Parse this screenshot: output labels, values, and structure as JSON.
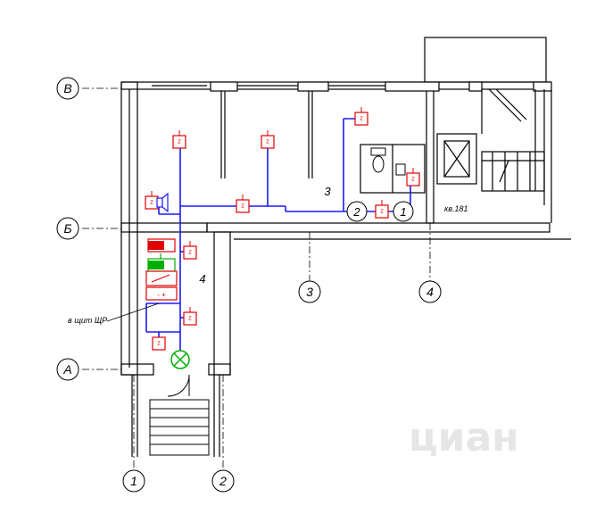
{
  "axes": {
    "row_v": "В",
    "row_b": "Б",
    "row_a": "А",
    "col_1": "1",
    "col_2": "2",
    "col_3": "3",
    "col_4": "4"
  },
  "rooms": {
    "room_3": "3",
    "room_4": "4",
    "room_2": "2",
    "room_1": "1"
  },
  "labels": {
    "panel_note": "в щит ЩР",
    "apartment": "кв.181"
  },
  "watermark": {
    "text": "циан"
  },
  "colors": {
    "wall": "#000000",
    "wiring": "#1a1aff",
    "device": "#e00000",
    "device_green": "#00b000",
    "watermark": "#e6e6e6"
  }
}
